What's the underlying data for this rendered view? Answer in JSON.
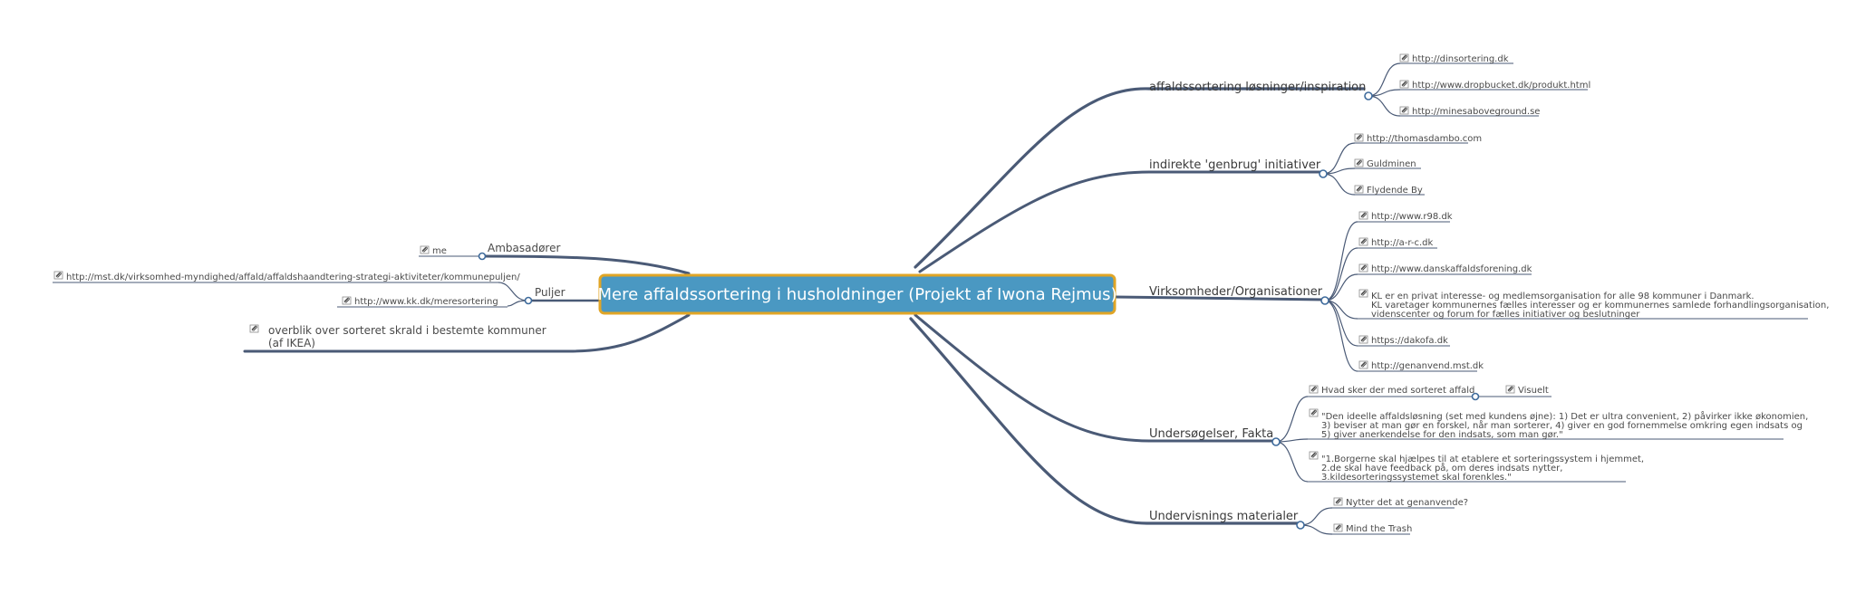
{
  "root": {
    "label": "Mere affaldssortering i husholdninger (Projekt af Iwona Rejmus)"
  },
  "branches": {
    "losninger": {
      "label": "affaldssortering løsninger/inspiration",
      "links": [
        "http://dinsortering.dk",
        "http://www.dropbucket.dk/produkt.html",
        "http://minesaboveground.se"
      ]
    },
    "genbrug": {
      "label": "indirekte 'genbrug' initiativer",
      "links": [
        "http://thomasdambo.com",
        "Guldminen",
        "Flydende By"
      ]
    },
    "virksomheder": {
      "label": "Virksomheder/Organisationer",
      "links": [
        "http://www.r98.dk",
        "http://a-r-c.dk",
        "http://www.danskaffaldsforening.dk"
      ],
      "kl_lines": [
        "KL er en privat interesse- og medlemsorganisation for alle 98 kommuner i Danmark.",
        "KL varetager kommunernes fælles interesser og er kommunernes samlede forhandlingsorganisation,",
        "videnscenter og forum for fælles initiativer og beslutninger"
      ],
      "links2": [
        "https://dakofa.dk",
        "http://genanvend.mst.dk"
      ]
    },
    "undersogelser": {
      "label": "Undersøgelser, Fakta",
      "hvad": "Hvad sker der med sorteret affald",
      "visuelt": "Visuelt",
      "quote1": [
        "\"Den ideelle affaldsløsning (set med kundens øjne): 1) Det er ultra convenient, 2) påvirker ikke økonomien,",
        "3) beviser at man gør en forskel, når man sorterer, 4) giver en god fornemmelse omkring egen indsats og",
        "5) giver anerkendelse for den indsats, som man gør.\""
      ],
      "quote2": [
        "\"1.Borgerne skal hjælpes til at etablere et sorteringssystem i hjemmet,",
        "2.de skal have feedback på, om deres indsats nytter,",
        "3.kildesorteringssystemet skal forenkles.\""
      ]
    },
    "undervisning": {
      "label": "Undervisnings materialer",
      "links": [
        "Nytter det at genanvende?",
        "Mind the Trash"
      ]
    },
    "ambasadorer": {
      "label": "Ambasadører",
      "leaf": "me"
    },
    "puljer": {
      "label": "Puljer",
      "links": [
        "http://mst.dk/virksomhed-myndighed/affald/affaldshaandtering-strategi-aktiviteter/kommunepuljen/",
        "http://www.kk.dk/meresortering"
      ]
    },
    "overblik": {
      "lines": [
        "overblik over sorteret skrald i bestemte kommuner",
        "(af IKEA)"
      ]
    }
  },
  "colors": {
    "root_fill": "#4a98c2",
    "root_border": "#e0a526",
    "branch": "#4a5a76",
    "junction": "#3d6a9b"
  },
  "icon": "link-attachment-icon"
}
